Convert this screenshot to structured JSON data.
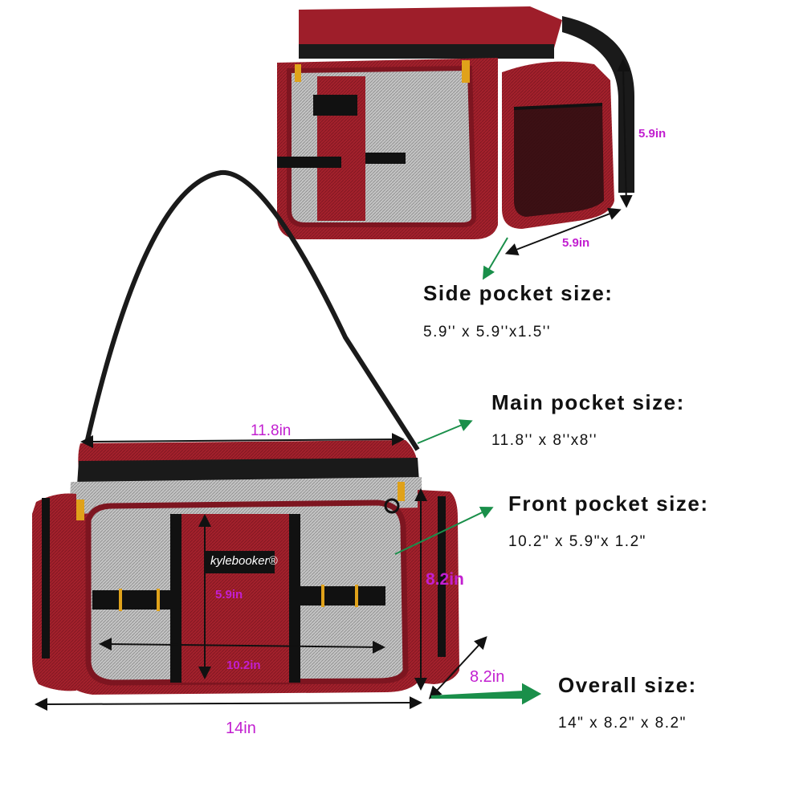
{
  "brand": {
    "logo_text": "kylebooker®"
  },
  "colors": {
    "background": "#ffffff",
    "bag_red": "#9e1e2a",
    "bag_red_dark": "#6e0f18",
    "mesh_gray": "#bdbdbd",
    "trim_black": "#1a1a1a",
    "zipper_yellow": "#e0a21a",
    "dimension_label": "#c21fd0",
    "pointer_arrow": "#1a8f4a",
    "text": "#111111"
  },
  "top_image": {
    "dimensions": {
      "height_label": "5.9in",
      "depth_label": "5.9in"
    }
  },
  "main_image": {
    "dimensions": {
      "top_width_label": "11.8in",
      "front_height_label": "5.9in",
      "front_width_label": "10.2in",
      "side_height_label": "8.2in",
      "depth_label": "8.2in",
      "overall_width_label": "14in"
    }
  },
  "specs": [
    {
      "title": "Side pocket size:",
      "value": "5.9'' x 5.9''x1.5''"
    },
    {
      "title": "Main pocket size:",
      "value": "11.8'' x 8''x8''"
    },
    {
      "title": "Front pocket size:",
      "value": "10.2\" x 5.9\"x 1.2\""
    },
    {
      "title": "Overall size:",
      "value": "14\" x 8.2\" x 8.2\""
    }
  ]
}
